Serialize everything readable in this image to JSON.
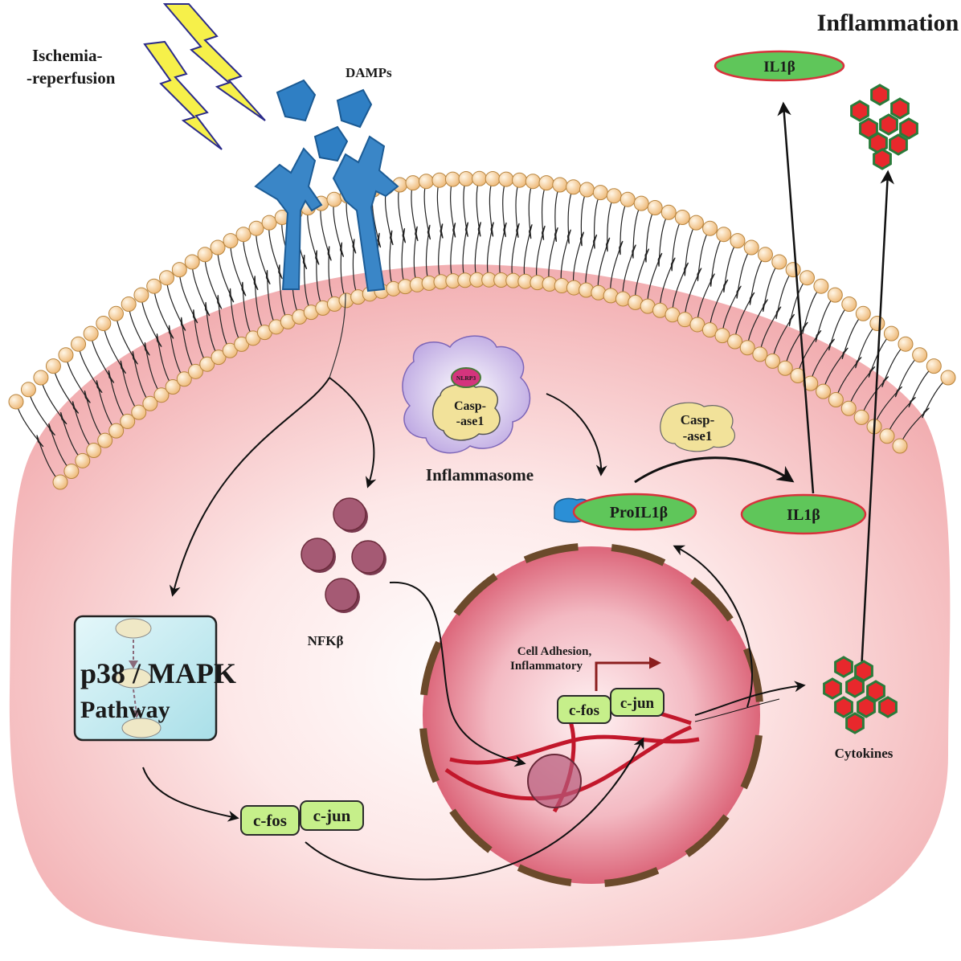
{
  "labels": {
    "inflammation": "Inflammation",
    "ischemia_line1": "Ischemia-",
    "ischemia_line2": "-reperfusion",
    "damps": "DAMPs",
    "nlrp3": "NLRP3",
    "inflammasome_casp_line1": "Casp-",
    "inflammasome_casp_line2": "-ase1",
    "inflammasome": "Inflammasome",
    "casp_line1": "Casp-",
    "casp_line2": "-ase1",
    "proil1b": "ProIL1β",
    "il1b_inner": "IL1β",
    "il1b_outer": "IL1β",
    "nfkb": "NFKβ",
    "p38_line1": "p38 / MAPK",
    "p38_line2": "Pathway",
    "cfos_cyto": "c-fos",
    "cjun_cyto": "c-jun",
    "cfos_nuc": "c-fos",
    "cjun_nuc": "c-jun",
    "cell_adhesion_line1": "Cell Adhesion,",
    "cell_adhesion_line2": "Inflammatory",
    "cytokines": "Cytokines"
  },
  "colors": {
    "cell_fill": "#f3b2b5",
    "membrane_head": "#f6d7a8",
    "receptor": "#3a86c7",
    "nucleus": "#d35a70",
    "nuclear_envelope": "#6b4a2b",
    "dna": "#c2172b",
    "nfkb": "#a55a74",
    "il1b_fill": "#5fc65a",
    "il1b_stroke": "#d8323c",
    "cytokine_fill": "#e8282c",
    "cytokine_stroke": "#2a7b3a",
    "tf_box": "#c6ef8a",
    "mapk_box": "#c4ecf2",
    "inflammasome_cloud": "#cbb6e8",
    "caspase": "#f2e29a",
    "lightning": "#f6f04a"
  },
  "icons": [
    "lightning-icon",
    "damp-ligand-icon",
    "receptor-icon",
    "inflammasome-cloud-icon",
    "hexagon-cytokine-icon",
    "nfkb-disc-icon"
  ]
}
